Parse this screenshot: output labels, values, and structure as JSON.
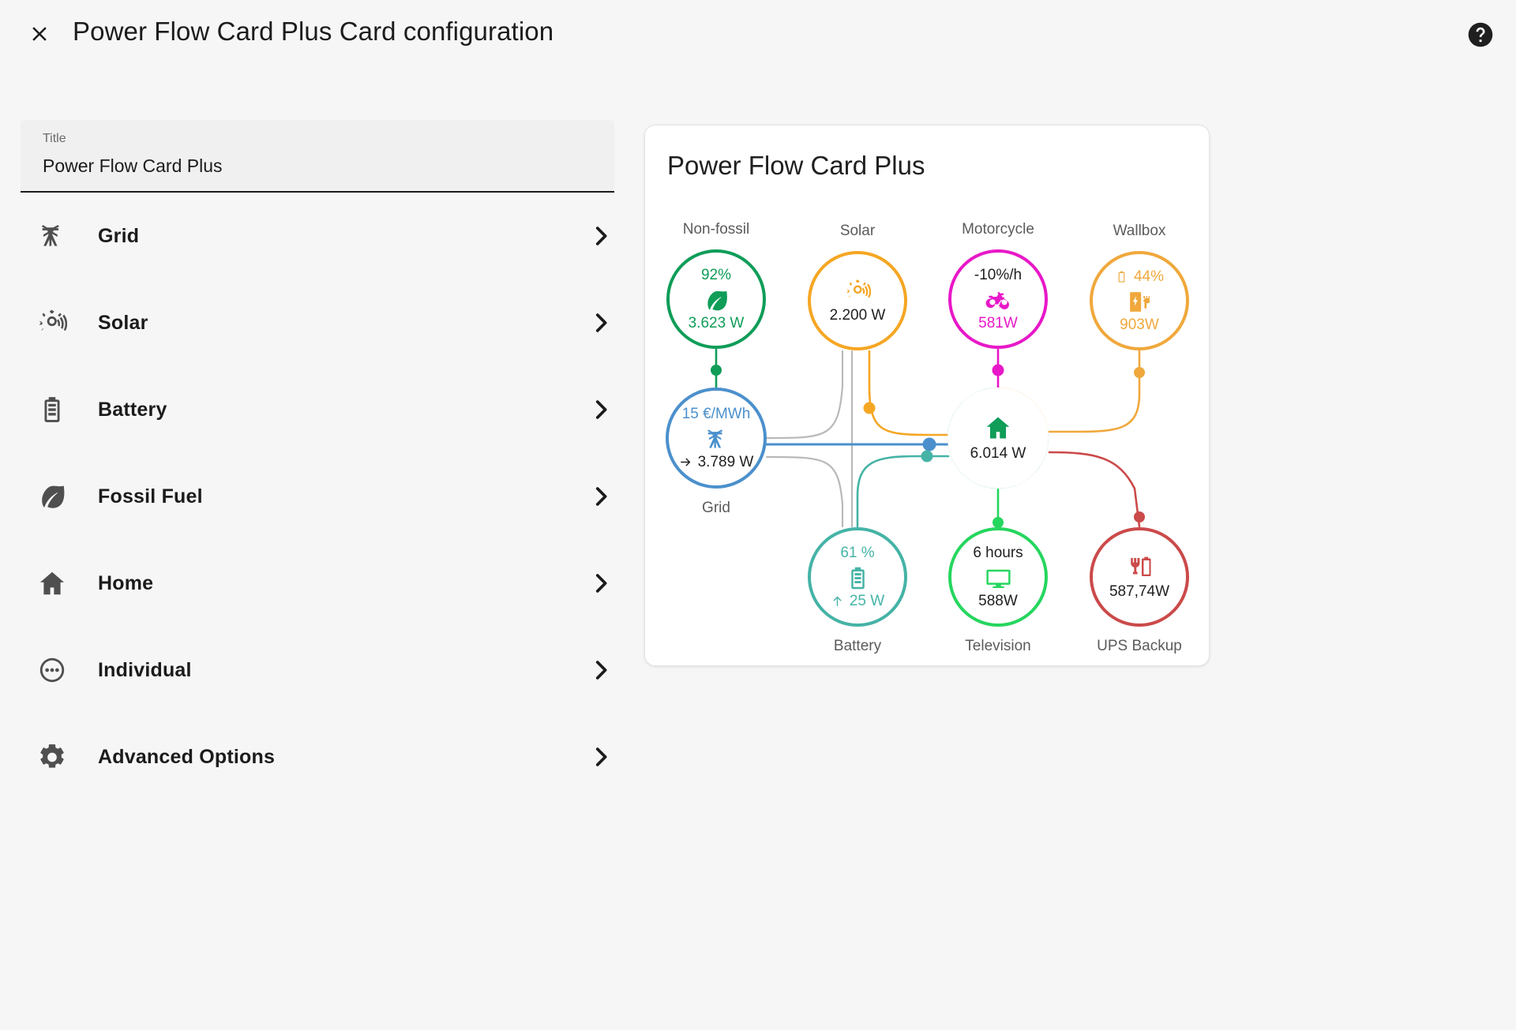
{
  "header": {
    "title": "Power Flow Card Plus Card configuration",
    "close_icon": "close-icon",
    "help_icon": "help-circle-icon"
  },
  "form": {
    "title_field": {
      "label": "Title",
      "value": "Power Flow Card Plus"
    },
    "rows": [
      {
        "label": "Grid",
        "icon": "transmission-tower-icon",
        "chevron": "chevron-right-icon"
      },
      {
        "label": "Solar",
        "icon": "solar-power-icon",
        "chevron": "chevron-right-icon"
      },
      {
        "label": "Battery",
        "icon": "battery-icon",
        "chevron": "chevron-right-icon"
      },
      {
        "label": "Fossil Fuel",
        "icon": "leaf-icon",
        "chevron": "chevron-right-icon"
      },
      {
        "label": "Home",
        "icon": "home-icon",
        "chevron": "chevron-right-icon"
      },
      {
        "label": "Individual",
        "icon": "dots-circle-icon",
        "chevron": "chevron-right-icon"
      },
      {
        "label": "Advanced Options",
        "icon": "gear-icon",
        "chevron": "chevron-right-icon"
      }
    ]
  },
  "preview": {
    "card_title": "Power Flow Card Plus",
    "colors": {
      "non_fossil": "#0f9d58",
      "solar": "#f5a623",
      "motorcycle": "#e818c8",
      "wallbox": "#f0a83c",
      "grid": "#4b90cc",
      "home": "#0f9d58",
      "battery": "#45b3a6",
      "television": "#25d65e",
      "ups": "#cb4a4a",
      "inactive_line": "#b9b9b9",
      "text_dark": "#1f1f1f",
      "caption": "#5b5b5b"
    },
    "nodes": [
      {
        "name": "non-fossil",
        "caption": "Non-fossil",
        "caption_pos": "top",
        "top_value": "92%",
        "bottom_value": "3.623 W",
        "icon": "leaf-icon",
        "color_key": "non_fossil",
        "value_color": "accent"
      },
      {
        "name": "solar",
        "caption": "Solar",
        "caption_pos": "top",
        "top_value": "",
        "bottom_value": "2.200 W",
        "icon": "solar-power-icon",
        "color_key": "solar",
        "value_color": "dark"
      },
      {
        "name": "motorcycle",
        "caption": "Motorcycle",
        "caption_pos": "top",
        "top_value": "-10%/h",
        "bottom_value": "581W",
        "icon": "motorcycle-electric-icon",
        "color_key": "motorcycle",
        "value_color": "mixed"
      },
      {
        "name": "wallbox",
        "caption": "Wallbox",
        "caption_pos": "top",
        "top_value": "44%",
        "bottom_value": "903W",
        "icon": "ev-charger-icon",
        "color_key": "wallbox",
        "value_color": "accent",
        "top_badge": "battery-small-icon"
      },
      {
        "name": "grid",
        "caption": "Grid",
        "caption_pos": "bottom",
        "top_value": "15 €/MWh",
        "bottom_value": "3.789 W",
        "icon": "transmission-tower-icon",
        "color_key": "grid",
        "value_color": "mixed",
        "bottom_arrow": "arrow-right-icon"
      },
      {
        "name": "home",
        "caption": "",
        "caption_pos": "none",
        "top_value": "",
        "bottom_value": "6.014 W",
        "icon": "home-icon",
        "color_key": "home",
        "value_color": "dark"
      },
      {
        "name": "battery",
        "caption": "Battery",
        "caption_pos": "bottom",
        "top_value": "61 %",
        "bottom_value": "25 W",
        "icon": "battery-icon",
        "color_key": "battery",
        "value_color": "accent",
        "bottom_arrow": "arrow-up-icon"
      },
      {
        "name": "television",
        "caption": "Television",
        "caption_pos": "bottom",
        "top_value": "6 hours",
        "bottom_value": "588W",
        "icon": "television-icon",
        "color_key": "television",
        "value_color": "dark"
      },
      {
        "name": "ups-backup",
        "caption": "UPS Backup",
        "caption_pos": "bottom",
        "top_value": "",
        "bottom_value": "587,74W",
        "icon": "power-plug-battery-icon",
        "color_key": "ups",
        "value_color": "dark"
      }
    ]
  }
}
